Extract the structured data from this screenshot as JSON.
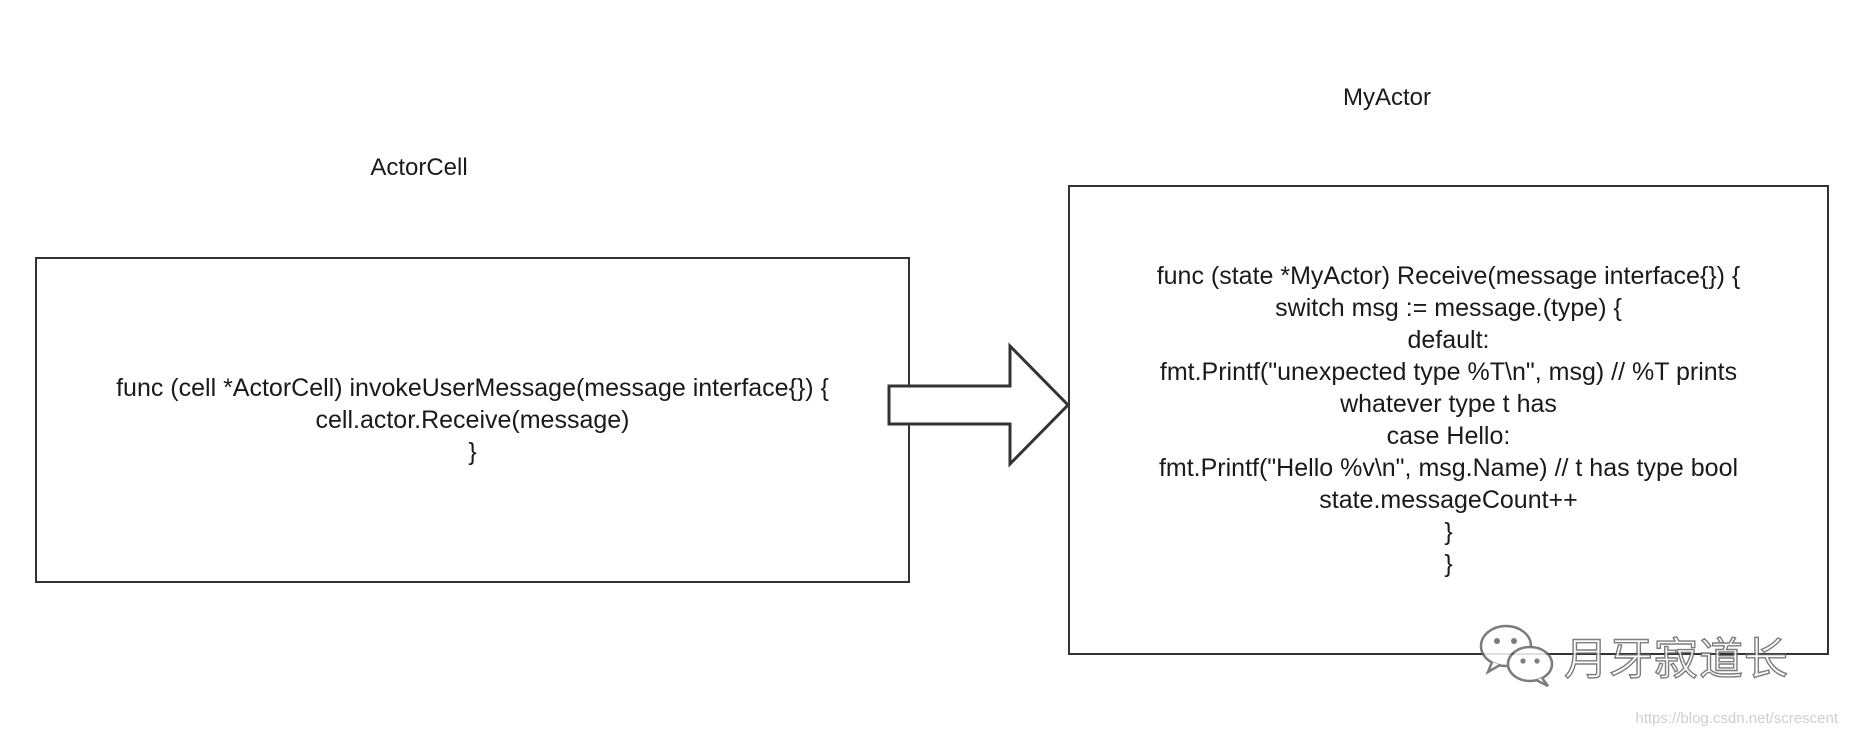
{
  "labels": {
    "actor_cell": "ActorCell",
    "my_actor": "MyActor"
  },
  "actor_cell_code": [
    "func (cell *ActorCell) invokeUserMessage(message interface{}) {",
    "cell.actor.Receive(message)",
    "}"
  ],
  "my_actor_code": [
    "func (state *MyActor) Receive(message interface{}) {",
    "switch msg := message.(type) {",
    "default:",
    "fmt.Printf(\"unexpected type %T\\n\", msg) // %T prints",
    "whatever type t has",
    "case Hello:",
    "fmt.Printf(\"Hello %v\\n\", msg.Name) // t has type bool",
    "state.messageCount++",
    "}",
    "}"
  ],
  "watermark": {
    "text": "月牙寂道长",
    "icon": "wechat-icon"
  },
  "source_url": "https://blog.csdn.net/screscent",
  "colors": {
    "stroke": "#333333",
    "text": "#1a1a1a",
    "watermark_outline": "#666666",
    "url": "#cfcfcf"
  }
}
